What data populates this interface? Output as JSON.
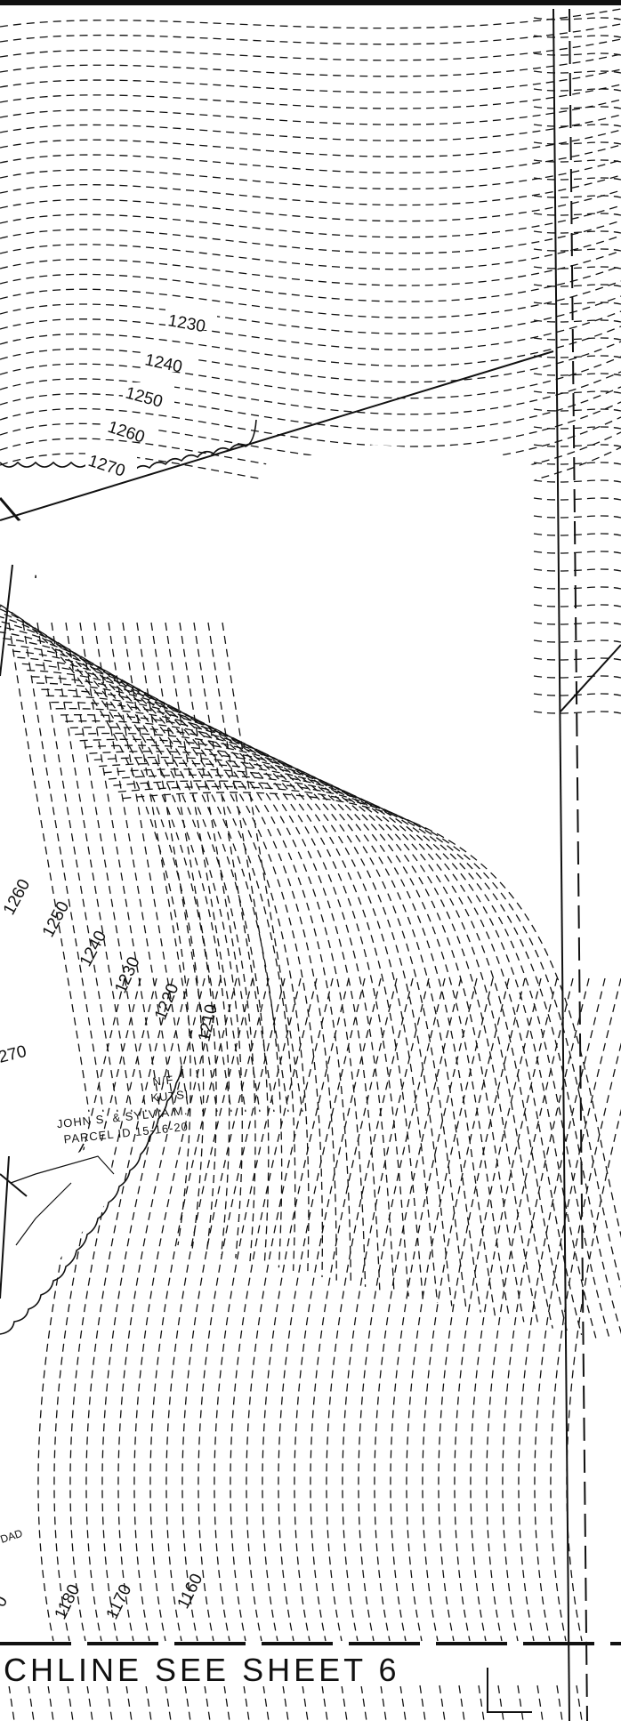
{
  "colors": {
    "ink": "#111111",
    "paper": "#ffffff"
  },
  "contours_upper": {
    "c1230": "1230",
    "c1240": "1240",
    "c1250": "1250",
    "c1260": "1260",
    "c1270": "1270"
  },
  "contours_lower": {
    "c1260": "1260",
    "c1250": "1250",
    "c1240": "1240",
    "c1230": "1230",
    "c1220": "1220",
    "c1210": "1210",
    "c1270_partial": "270",
    "c1180": "1180",
    "c1170": "1170",
    "c1160": "1160",
    "c_partial": "0"
  },
  "parcel": {
    "line1": "N/F",
    "line2": "KUTSI",
    "line3": "JOHN S. & SYLVIA M.",
    "line4": "PARCEL ID 15-16-20"
  },
  "road_label": "DAD",
  "matchline": "CHLINE  SEE  SHEET  6"
}
